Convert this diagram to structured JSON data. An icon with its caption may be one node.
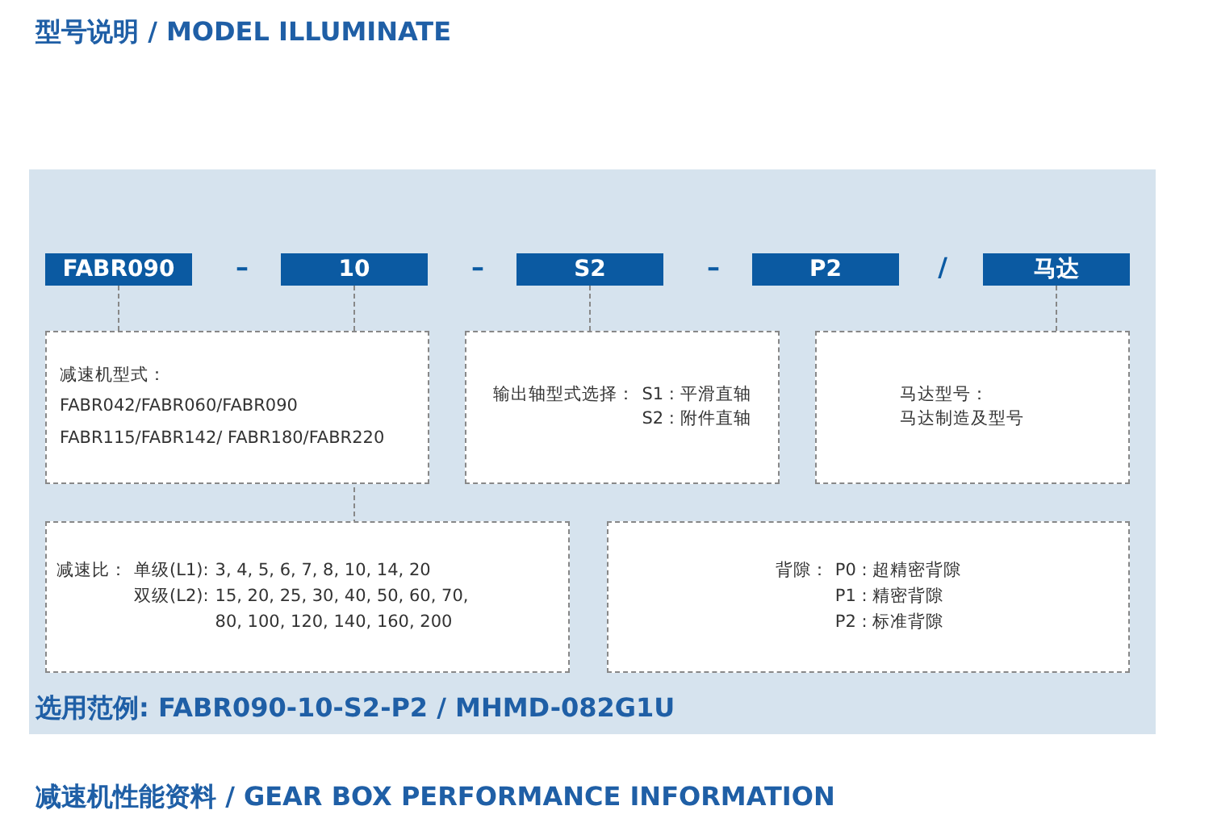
{
  "diagram": {
    "title": "型号说明 / MODEL ILLUMINATE",
    "nodes": [
      {
        "text": [
          "选用范例: FABR090-10-S2-P2 / MHMD-082G1U"
        ]
      },
      {
        "text": [
          "FABR090"
        ],
        "in": 0
      },
      {
        "text": [
          "10"
        ],
        "in": 0
      },
      {
        "text": [
          "S2"
        ],
        "in": 0
      },
      {
        "text": [
          "P2"
        ],
        "in": 0
      },
      {
        "text": [
          "马达"
        ],
        "in": 0
      },
      {
        "text": [
          "减速机型式：",
          "FABR042/FABR060/FABR090",
          "FABR115/FABR142/ FABR180/FABR220"
        ],
        "in": 0
      },
      {
        "text": [
          "输出轴型式选择：",
          "S1 : 平滑直轴",
          "S2 : 附件直轴"
        ],
        "in": 0
      },
      {
        "text": [
          "马达型号：",
          "马达制造及型号"
        ],
        "in": 0
      },
      {
        "text": [
          "减速比：",
          "单级(L1):",
          "3, 4, 5, 6, 7, 8, 10, 14, 20",
          "双级(L2):",
          "15, 20, 25, 30, 40, 50, 60, 70, 80, 100, 120, 140, 160, 200"
        ],
        "in": 0
      },
      {
        "text": [
          "背隙：",
          "P0 : 超精密背隙",
          "P1 : 精密背隙",
          "P2 : 标准背隙"
        ],
        "in": 0
      }
    ],
    "edges": [
      {
        "from": 1,
        "to": 6,
        "arrow": "none",
        "style": "dashed"
      },
      {
        "from": 2,
        "to": 9,
        "arrow": "none",
        "style": "dashed"
      },
      {
        "from": 3,
        "to": 7,
        "arrow": "none",
        "style": "dashed"
      },
      {
        "from": 5,
        "to": 8,
        "arrow": "none",
        "style": "dashed"
      }
    ],
    "labels": [
      "–",
      "–",
      "–",
      "/",
      "减速机性能资料 / GEAR BOX PERFORMANCE INFORMATION"
    ]
  }
}
